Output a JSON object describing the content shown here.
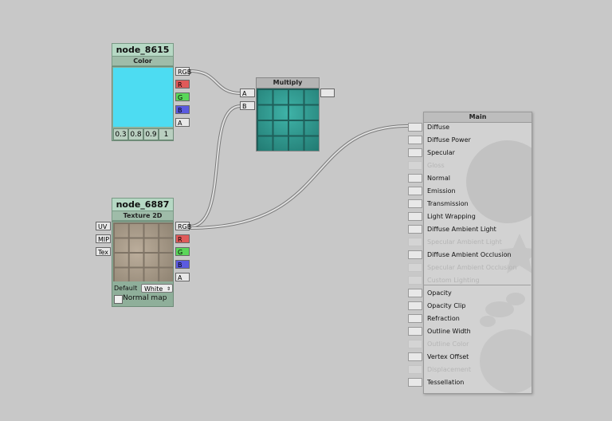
{
  "node_color": {
    "title": "node_8615",
    "subtitle": "Color",
    "color": "#4ddcf2",
    "values": [
      "0.3",
      "0.8",
      "0.9",
      "1"
    ],
    "ports": [
      "RGB",
      "R",
      "G",
      "B",
      "A"
    ]
  },
  "node_texture": {
    "title": "node_6887",
    "subtitle": "Texture 2D",
    "inputs": [
      "UV",
      "MIP",
      "Tex"
    ],
    "ports": [
      "RGB",
      "R",
      "G",
      "B",
      "A"
    ],
    "default_label": "Default",
    "default_value": "White",
    "normal_map_label": "Normal map",
    "normal_map_checked": false
  },
  "node_multiply": {
    "title": "Multiply",
    "inputs": [
      "A",
      "B"
    ]
  },
  "main_node": {
    "title": "Main",
    "rows": [
      {
        "label": "Diffuse",
        "enabled": true
      },
      {
        "label": "Diffuse Power",
        "enabled": true
      },
      {
        "label": "Specular",
        "enabled": true
      },
      {
        "label": "Gloss",
        "enabled": false
      },
      {
        "label": "Normal",
        "enabled": true
      },
      {
        "label": "Emission",
        "enabled": true
      },
      {
        "label": "Transmission",
        "enabled": true
      },
      {
        "label": "Light Wrapping",
        "enabled": true
      },
      {
        "label": "Diffuse Ambient Light",
        "enabled": true
      },
      {
        "label": "Specular Ambient Light",
        "enabled": false
      },
      {
        "label": "Diffuse Ambient Occlusion",
        "enabled": true
      },
      {
        "label": "Specular Ambient Occlusion",
        "enabled": false
      },
      {
        "label": "Custom Lighting",
        "enabled": false
      },
      {
        "label": "Opacity",
        "enabled": true
      },
      {
        "label": "Opacity Clip",
        "enabled": true
      },
      {
        "label": "Refraction",
        "enabled": true
      },
      {
        "label": "Outline Width",
        "enabled": true
      },
      {
        "label": "Outline Color",
        "enabled": false
      },
      {
        "label": "Vertex Offset",
        "enabled": true
      },
      {
        "label": "Displacement",
        "enabled": false
      },
      {
        "label": "Tessellation",
        "enabled": true
      }
    ]
  },
  "port_colors": {
    "R": "#e05a5a",
    "G": "#5ad65a",
    "B": "#5a5ae0",
    "A": "#e8e8e8",
    "RGB": "#e8e8e8"
  }
}
